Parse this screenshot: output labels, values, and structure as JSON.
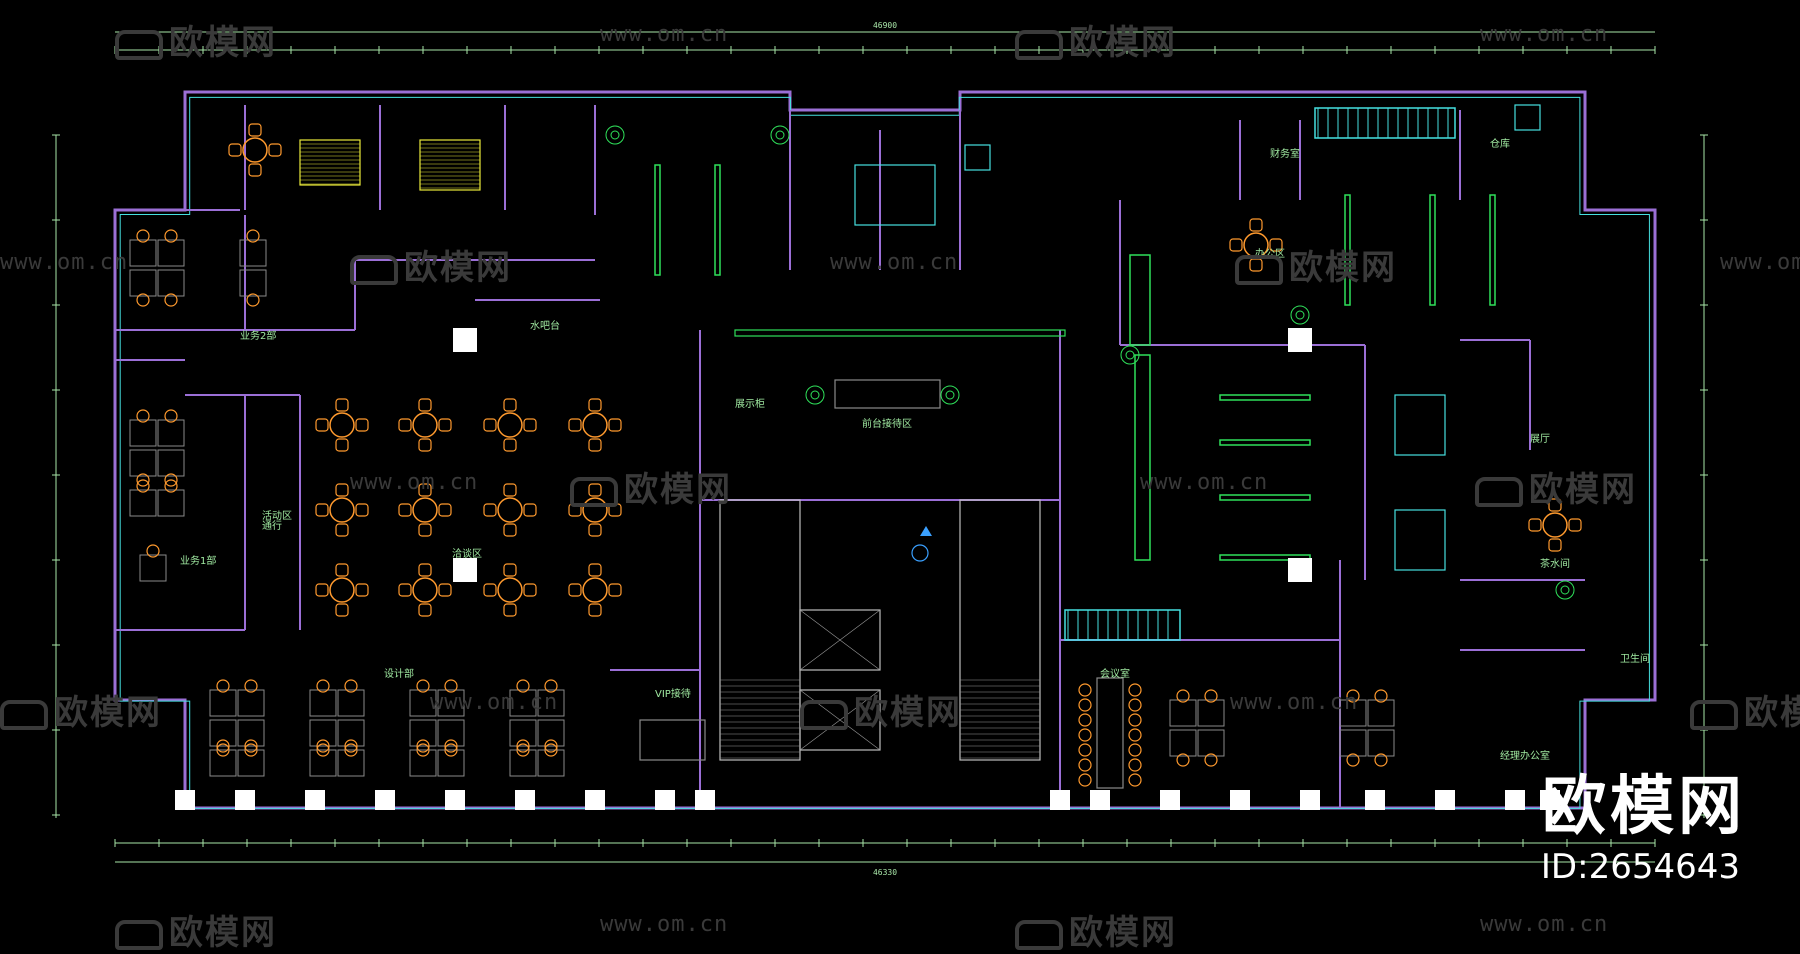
{
  "overall_dims": {
    "top": "46900",
    "bottom": "46330"
  },
  "watermarks": {
    "url": "www.om.cn",
    "brand": "欧模网"
  },
  "brand_corner": {
    "name": "欧模网",
    "id": "ID:2654643"
  },
  "rooms": [
    {
      "key": "business2",
      "text": "业务2部"
    },
    {
      "key": "business1",
      "text": "业务1部"
    },
    {
      "key": "activity",
      "text": "活动区\n通行"
    },
    {
      "key": "negotiation",
      "text": "洽谈区"
    },
    {
      "key": "design",
      "text": "设计部"
    },
    {
      "key": "vip",
      "text": "VIP接待"
    },
    {
      "key": "reception",
      "text": "前台接待区"
    },
    {
      "key": "display",
      "text": "展示柜"
    },
    {
      "key": "water",
      "text": "水吧台"
    },
    {
      "key": "finance",
      "text": "财务室"
    },
    {
      "key": "manager",
      "text": "经理办公室"
    },
    {
      "key": "office_area",
      "text": "办公区"
    },
    {
      "key": "meeting",
      "text": "会议室"
    },
    {
      "key": "warehouse",
      "text": "仓库"
    },
    {
      "key": "toilet",
      "text": "卫生间"
    },
    {
      "key": "tea",
      "text": "茶水间"
    },
    {
      "key": "showroom",
      "text": "展厅"
    }
  ],
  "colors": {
    "wall": "#9b6fd6",
    "wall2": "#6a5acd",
    "furniture": "#ff9a2e",
    "green": "#2fe05a",
    "cyan": "#46e0e0",
    "yellow": "#e8e83a",
    "dim": "#a8e6a8",
    "gray": "#8a8a8a"
  }
}
